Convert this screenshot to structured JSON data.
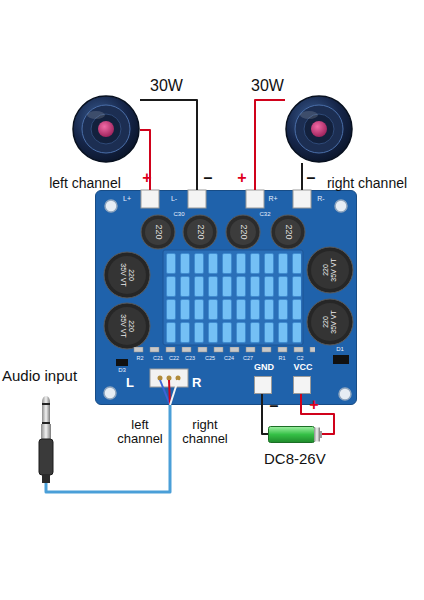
{
  "diagram": {
    "nodes": [
      {
        "text": [
          "30W"
        ]
      },
      {
        "text": [
          "30W"
        ]
      },
      {
        "text": [
          "L",
          "R"
        ]
      },
      {
        "text": [
          "GND"
        ],
        "in": 2
      },
      {
        "text": [
          "VCC"
        ],
        "in": 2
      },
      {
        "text": [
          "Audio input"
        ]
      },
      {
        "text": [
          "DC8-26V"
        ]
      }
    ],
    "edges": [
      {
        "from": 0,
        "to": 2,
        "label": "+",
        "arrow": "none"
      },
      {
        "from": 0,
        "to": 2,
        "label": "–",
        "arrow": "none"
      },
      {
        "from": 1,
        "to": 2,
        "label": "+",
        "arrow": "none"
      },
      {
        "from": 1,
        "to": 2,
        "label": "–",
        "arrow": "none"
      },
      {
        "from": 5,
        "to": 2,
        "arrow": "none"
      },
      {
        "from": 3,
        "to": 6,
        "label": "–",
        "arrow": "none"
      },
      {
        "from": 4,
        "to": 6,
        "label": "+",
        "arrow": "none"
      }
    ],
    "labels": [
      "left channel",
      "right channel",
      "left channel",
      "right channel",
      "L+",
      "L-",
      "R+",
      "R-",
      "220",
      "220",
      "220",
      "220",
      "C30",
      "C32",
      "220 35V VT",
      "220 35V VT",
      "220 35V VT",
      "220 35V VT",
      "R2",
      "C21",
      "C22",
      "C23",
      "C25",
      "C24",
      "C27",
      "R1",
      "C2",
      "D3",
      "D1"
    ]
  }
}
